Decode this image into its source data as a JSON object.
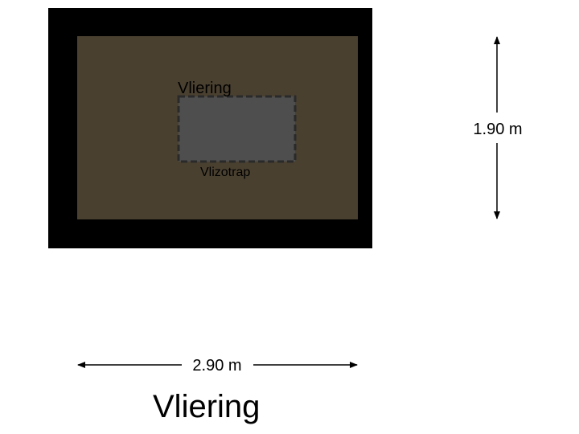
{
  "plan": {
    "title": "Vliering",
    "room_label": "Vliering",
    "hatch_label": "Vlizotrap",
    "dim_width": "2.90 m",
    "dim_height": "1.90 m"
  },
  "colors": {
    "wall": "#000000",
    "floor": "#4a4030",
    "hatch_fill": "#4e4e4e",
    "hatch_border": "#2a2a2a",
    "text": "#000000",
    "background": "#ffffff"
  }
}
